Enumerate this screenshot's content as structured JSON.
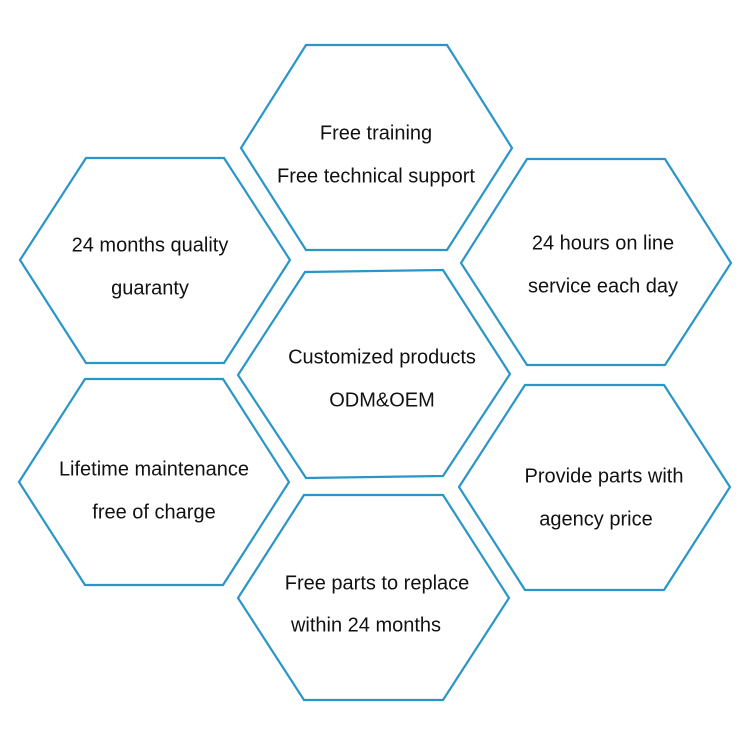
{
  "colors": {
    "hex_stroke": "#2a96c8",
    "text": "#111111"
  },
  "hexagons": [
    {
      "id": "top",
      "lines": [
        "Free training",
        "Free technical support"
      ]
    },
    {
      "id": "upper-left",
      "lines": [
        "24 months quality",
        "guaranty"
      ]
    },
    {
      "id": "upper-right",
      "lines": [
        "24 hours on line",
        "service each day"
      ]
    },
    {
      "id": "center",
      "lines": [
        "Customized products",
        "ODM&OEM"
      ]
    },
    {
      "id": "lower-left",
      "lines": [
        "Lifetime maintenance",
        "free of charge"
      ]
    },
    {
      "id": "lower-right",
      "lines": [
        "Provide parts with",
        "agency price"
      ]
    },
    {
      "id": "bottom",
      "lines": [
        "Free parts to replace",
        "within 24 months"
      ]
    }
  ]
}
